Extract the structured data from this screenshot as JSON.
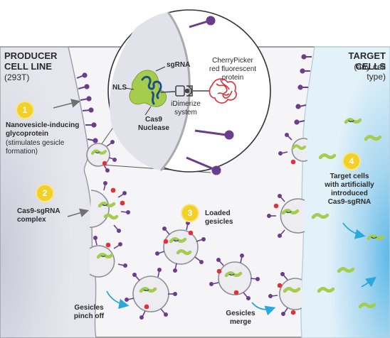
{
  "producer": {
    "title_line1": "PRODUCER",
    "title_line2": "CELL LINE",
    "subtitle": "(293T)"
  },
  "target": {
    "title": "TARGET CELLS",
    "subtitle_line1": "(any cell",
    "subtitle_line2": "type)"
  },
  "inset": {
    "sgrna": "sgRNA",
    "nls": "NLS",
    "cas9_line1": "Cas9",
    "cas9_line2": "Nuclease",
    "idimerize_line1": "iDimerize",
    "idimerize_line2": "system",
    "cherry_line1": "CherryPicker",
    "cherry_line2": "red fluorescent",
    "cherry_line3": "protein"
  },
  "steps": [
    {
      "number": "1",
      "bold_line1": "Nanovesicle-inducing",
      "bold_line2": "glycoprotein",
      "note_line1": "(stimulates gesicle",
      "note_line2": "formation)"
    },
    {
      "number": "2",
      "bold_line1": "Cas9-sgRNA",
      "bold_line2": "complex"
    },
    {
      "number": "3",
      "bold_line1": "Loaded",
      "bold_line2": "gesicles"
    },
    {
      "number": "4",
      "bold_line1": "Target cells",
      "bold_line2": "with artificially",
      "bold_line3": "introduced",
      "bold_line4": "Cas9-sgRNA"
    }
  ],
  "annotations": {
    "pinch_line1": "Gesicles",
    "pinch_line2": "pinch off",
    "merge_line1": "Gesicles",
    "merge_line2": "merge"
  },
  "colors": {
    "producer_cell": "#dcdde6",
    "target_cell": "#d2e8f5",
    "target_glow": "#7ec8ec",
    "membrane": "#8e8e96",
    "glycoprotein": "#6b3d8f",
    "cas9": "#a6cc4e",
    "sgrna": "#1d4f86",
    "cherry": "#e0303a",
    "step_badge": "#f2d02a",
    "arrow_blue": "#2aa7db"
  }
}
